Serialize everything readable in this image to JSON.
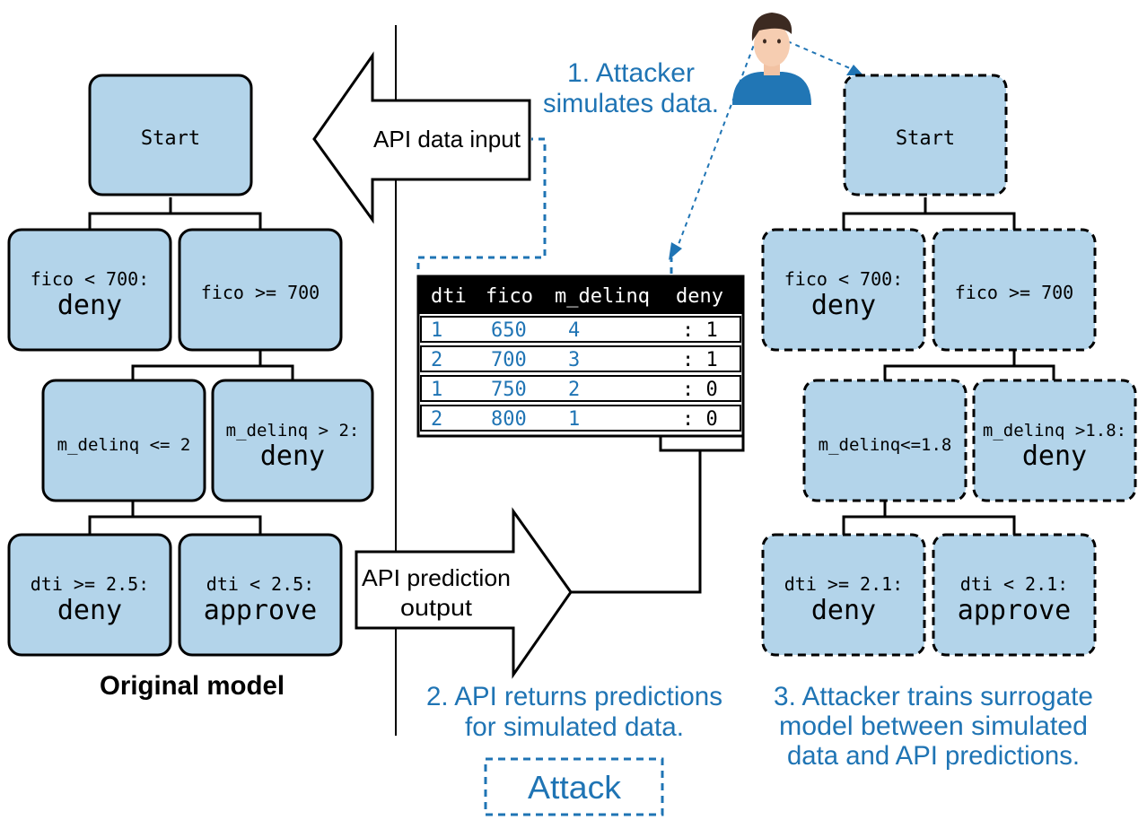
{
  "colors": {
    "node_fill": "#b3d4ea",
    "blue_text": "#1f74b4",
    "black": "#000000"
  },
  "original_tree": {
    "caption": "Original model",
    "start": "Start",
    "n1": {
      "cond": "fico < 700:",
      "result": "deny"
    },
    "n2": {
      "cond": "fico >= 700"
    },
    "n3": {
      "cond": "m_delinq <= 2"
    },
    "n4": {
      "cond": "m_delinq > 2:",
      "result": "deny"
    },
    "n5": {
      "cond": "dti >= 2.5:",
      "result": "deny"
    },
    "n6": {
      "cond": "dti < 2.5:",
      "result": "approve"
    }
  },
  "surrogate_tree": {
    "caption_lines": [
      "3. Attacker trains surrogate",
      "model between simulated",
      "data and API predictions."
    ],
    "start": "Start",
    "n1": {
      "cond": "fico < 700:",
      "result": "deny"
    },
    "n2": {
      "cond": "fico >= 700"
    },
    "n3": {
      "cond": "m_delinq<=1.8"
    },
    "n4": {
      "cond": "m_delinq >1.8:",
      "result": "deny"
    },
    "n5": {
      "cond": "dti >= 2.1:",
      "result": "deny"
    },
    "n6": {
      "cond": "dti < 2.1:",
      "result": "approve"
    }
  },
  "api_input_label": "API data input",
  "api_output_label_lines": [
    "API prediction",
    "output"
  ],
  "attacker_caption_lines": [
    "1. Attacker",
    "simulates data."
  ],
  "api_returns_caption_lines": [
    "2. API returns predictions",
    "for simulated data."
  ],
  "attack_label": "Attack",
  "table": {
    "headers": [
      "dti",
      "fico",
      "m_delinq",
      "deny"
    ],
    "rows": [
      [
        "1",
        "650",
        "4",
        ": 1"
      ],
      [
        "2",
        "700",
        "3",
        ": 1"
      ],
      [
        "1",
        "750",
        "2",
        ": 0"
      ],
      [
        "2",
        "800",
        "1",
        ": 0"
      ]
    ]
  },
  "icons": {
    "attacker": "attacker-person-icon"
  }
}
